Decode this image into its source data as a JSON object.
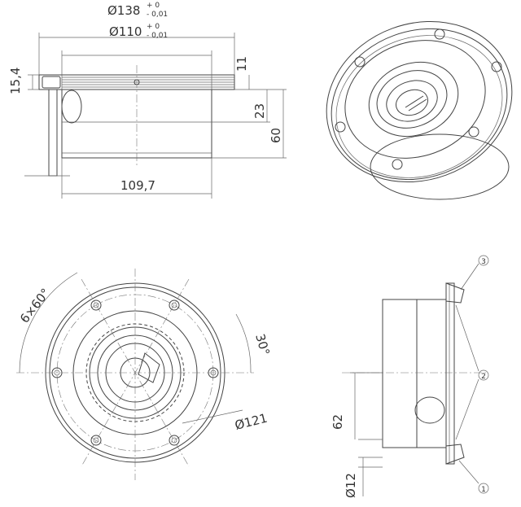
{
  "dimensions": {
    "outer_diameter": "Ø138",
    "outer_tol_upper": "+ 0",
    "outer_tol_lower": "- 0,01",
    "inner_diameter": "Ø110",
    "inner_tol_upper": "+ 0",
    "inner_tol_lower": "- 0,01",
    "flange_height": "15,4",
    "dim_11": "11",
    "dim_23": "23",
    "dim_60": "60",
    "body_width": "109,7",
    "hole_pattern": "6×60°",
    "angle": "30°",
    "bolt_circle": "Ø121",
    "dim_62": "62",
    "dim_12": "Ø12"
  },
  "callouts": {
    "c1": "1",
    "c2": "2",
    "c3": "3"
  }
}
